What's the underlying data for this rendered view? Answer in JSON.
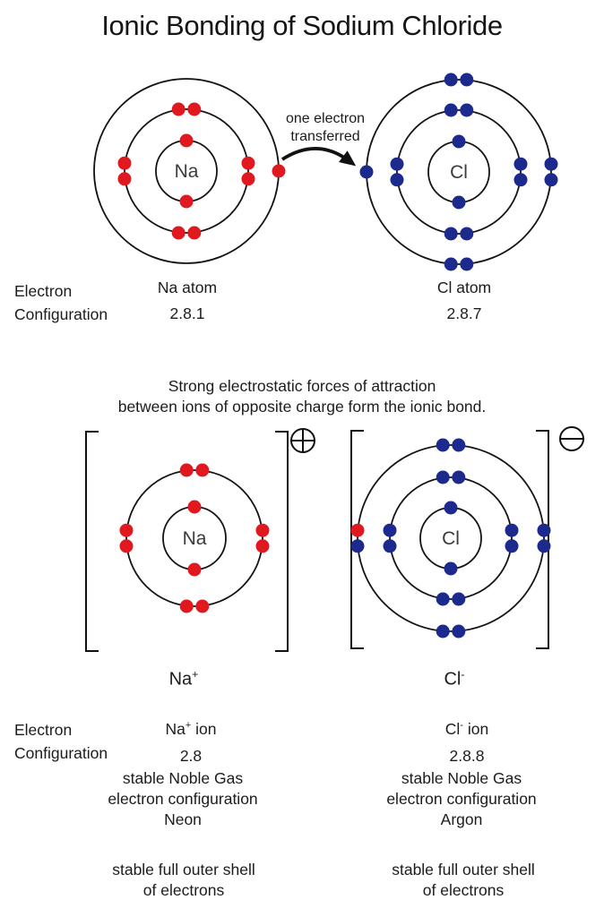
{
  "title": "Ionic Bonding of Sodium Chloride",
  "colors": {
    "electron_red": "#e01820",
    "electron_blue": "#1b2a8c",
    "ink": "#1c1c1c"
  },
  "transfer_note": {
    "line1": "one electron",
    "line2": "transferred"
  },
  "top_section": {
    "config_label": {
      "line1": "Electron",
      "line2": "Configuration"
    },
    "na": {
      "caption": "Na atom",
      "config": "2.8.1"
    },
    "cl": {
      "caption": "Cl atom",
      "config": "2.8.7"
    }
  },
  "middle_text": {
    "line1": "Strong electrostatic forces of attraction",
    "line2": "between ions of opposite charge form the ionic bond."
  },
  "bottom_section": {
    "config_label": {
      "line1": "Electron",
      "line2": "Configuration"
    },
    "na_ion": {
      "symbol": "Na",
      "charge": "+",
      "caption_word": "ion",
      "config": "2.8",
      "bracket_charge": "+",
      "noble": {
        "line1": "stable Noble Gas",
        "line2": "electron configuration",
        "line3": "Neon"
      },
      "stable": {
        "line1": "stable full outer shell",
        "line2": "of electrons"
      }
    },
    "cl_ion": {
      "symbol": "Cl",
      "charge": "-",
      "caption_word": "ion",
      "config": "2.8.8",
      "bracket_charge": "-",
      "noble": {
        "line1": "stable Noble Gas",
        "line2": "electron configuration",
        "line3": "Argon"
      },
      "stable": {
        "line1": "stable full outer shell",
        "line2": "of electrons"
      }
    }
  },
  "atoms": {
    "na_atom": {
      "symbol": "Na",
      "color": "#e01820",
      "shells": [
        {
          "electrons": 2,
          "groups": [
            {
              "pos": "top",
              "n": 1
            },
            {
              "pos": "bottom",
              "n": 1
            }
          ]
        },
        {
          "electrons": 8,
          "groups": [
            {
              "pos": "top",
              "n": 2
            },
            {
              "pos": "bottom",
              "n": 2
            },
            {
              "pos": "left",
              "n": 2
            },
            {
              "pos": "right",
              "n": 2
            }
          ]
        },
        {
          "electrons": 1,
          "groups": [
            {
              "pos": "right",
              "n": 1
            }
          ]
        }
      ]
    },
    "cl_atom": {
      "symbol": "Cl",
      "color": "#1b2a8c",
      "shells": [
        {
          "electrons": 2,
          "groups": [
            {
              "pos": "top",
              "n": 1
            },
            {
              "pos": "bottom",
              "n": 1
            }
          ]
        },
        {
          "electrons": 8,
          "groups": [
            {
              "pos": "top",
              "n": 2
            },
            {
              "pos": "bottom",
              "n": 2
            },
            {
              "pos": "left",
              "n": 2
            },
            {
              "pos": "right",
              "n": 2
            }
          ]
        },
        {
          "electrons": 7,
          "groups": [
            {
              "pos": "top",
              "n": 2
            },
            {
              "pos": "bottom",
              "n": 2
            },
            {
              "pos": "right",
              "n": 2
            },
            {
              "pos": "left",
              "n": 1
            }
          ]
        }
      ]
    },
    "na_ion": {
      "symbol": "Na",
      "color": "#e01820",
      "shells": [
        {
          "electrons": 2,
          "groups": [
            {
              "pos": "top",
              "n": 1
            },
            {
              "pos": "bottom",
              "n": 1
            }
          ]
        },
        {
          "electrons": 8,
          "groups": [
            {
              "pos": "top",
              "n": 2
            },
            {
              "pos": "bottom",
              "n": 2
            },
            {
              "pos": "left",
              "n": 2
            },
            {
              "pos": "right",
              "n": 2
            }
          ]
        }
      ]
    },
    "cl_ion": {
      "symbol": "Cl",
      "color": "#1b2a8c",
      "shells": [
        {
          "electrons": 2,
          "groups": [
            {
              "pos": "top",
              "n": 1
            },
            {
              "pos": "bottom",
              "n": 1
            }
          ]
        },
        {
          "electrons": 8,
          "groups": [
            {
              "pos": "top",
              "n": 2
            },
            {
              "pos": "bottom",
              "n": 2
            },
            {
              "pos": "left",
              "n": 2
            },
            {
              "pos": "right",
              "n": 2
            }
          ]
        },
        {
          "electrons": 8,
          "groups": [
            {
              "pos": "top",
              "n": 2
            },
            {
              "pos": "bottom",
              "n": 2
            },
            {
              "pos": "right",
              "n": 2
            },
            {
              "pos": "left",
              "n": 2,
              "colors": [
                "#e01820",
                "#1b2a8c"
              ]
            }
          ]
        }
      ]
    }
  }
}
